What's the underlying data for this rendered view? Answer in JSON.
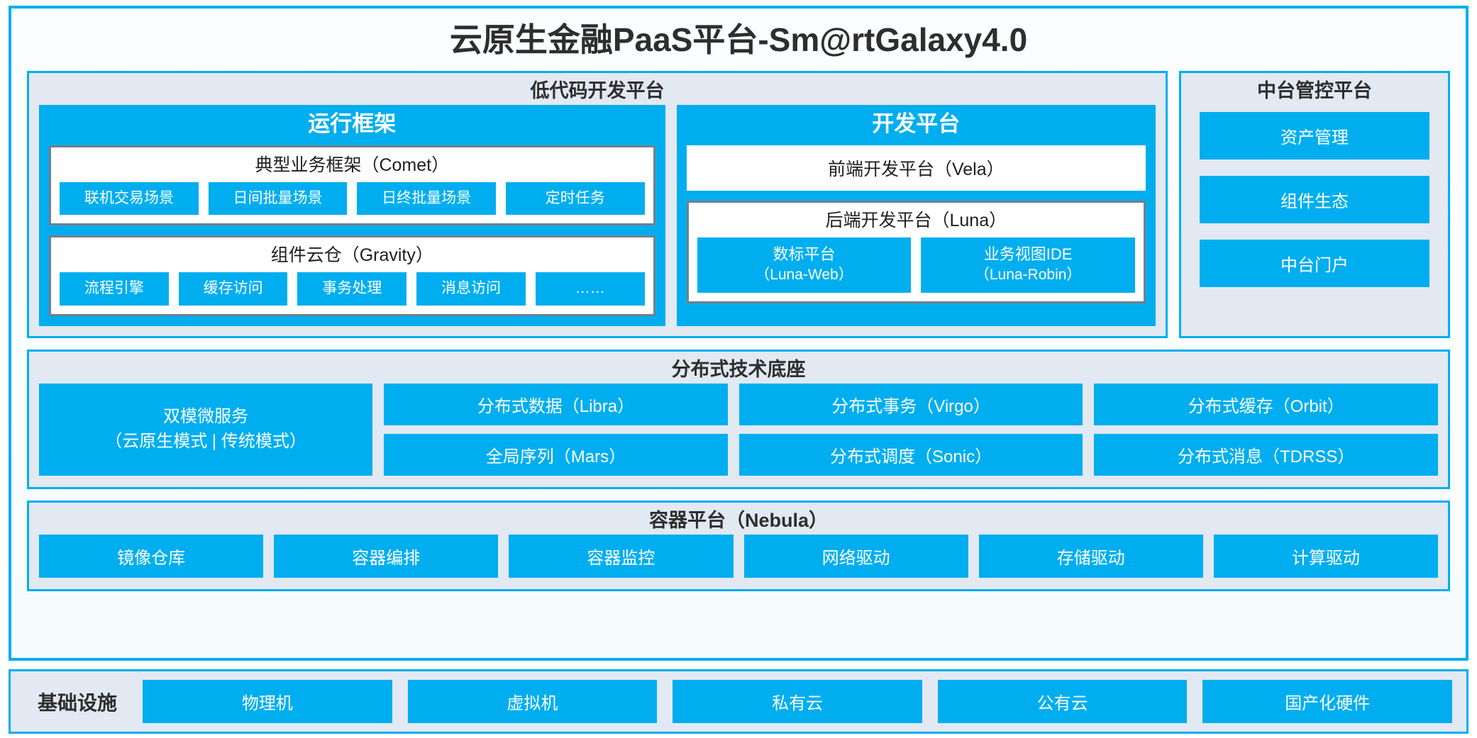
{
  "colors": {
    "accent_blue": "#00AEEF",
    "panel_bg": "#E2E9F2",
    "box_border_gray": "#737F8C",
    "text_dark": "#2E2E2E",
    "white": "#FFFFFF"
  },
  "title": "云原生金融PaaS平台-Sm@rtGalaxy4.0",
  "lowcode": {
    "title": "低代码开发平台",
    "runtime": {
      "title": "运行框架",
      "comet": {
        "title": "典型业务框架（Comet）",
        "items": [
          "联机交易场景",
          "日间批量场景",
          "日终批量场景",
          "定时任务"
        ]
      },
      "gravity": {
        "title": "组件云仓（Gravity）",
        "items": [
          "流程引擎",
          "缓存访问",
          "事务处理",
          "消息访问",
          "……"
        ]
      }
    },
    "dev": {
      "title": "开发平台",
      "frontend": "前端开发平台（Vela）",
      "backend": {
        "title": "后端开发平台（Luna）",
        "items": [
          {
            "name": "数标平台",
            "code": "（Luna-Web）"
          },
          {
            "name": "业务视图IDE",
            "code": "（Luna-Robin）"
          }
        ]
      }
    }
  },
  "mgmt": {
    "title": "中台管控平台",
    "items": [
      "资产管理",
      "组件生态",
      "中台门户"
    ]
  },
  "dist": {
    "title": "分布式技术底座",
    "microservice": {
      "line1": "双模微服务",
      "line2": "（云原生模式 | 传统模式）"
    },
    "col2": [
      "分布式数据（Libra）",
      "全局序列（Mars）"
    ],
    "col3": [
      "分布式事务（Virgo）",
      "分布式调度（Sonic）"
    ],
    "col4": [
      "分布式缓存（Orbit）",
      "分布式消息（TDRSS）"
    ]
  },
  "container": {
    "title": "容器平台（Nebula）",
    "items": [
      "镜像仓库",
      "容器编排",
      "容器监控",
      "网络驱动",
      "存储驱动",
      "计算驱动"
    ]
  },
  "infra": {
    "label": "基础设施",
    "items": [
      "物理机",
      "虚拟机",
      "私有云",
      "公有云",
      "国产化硬件"
    ]
  }
}
